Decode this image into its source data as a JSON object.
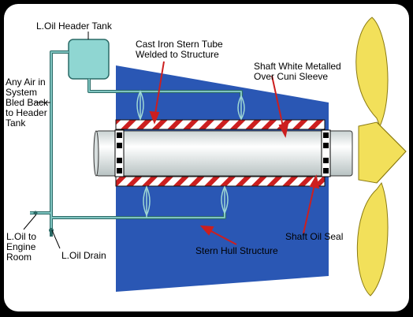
{
  "labels": {
    "header_tank": "L.Oil Header Tank",
    "stern_tube": "Cast Iron Stern Tube\nWelded to Structure",
    "shaft_metal": "Shaft White Metalled\nOver Cuni Sleeve",
    "air_bleed": "Any Air in\nSystem\nBled Back\nto Header\nTank",
    "oil_to_engine": "L.Oil to\nEngine\nRoom",
    "oil_drain": "L.Oil Drain",
    "hull_structure": "Stern Hull Structure",
    "oil_seal": "Shaft Oil Seal"
  },
  "colors": {
    "frame": "#000000",
    "panel": "#ffffff",
    "hull": "#2a57b4",
    "tank": "#8fd6d2",
    "pipe": "#7fc4c0",
    "shaft": "#e6ebeb",
    "tube_stripe": "#cc1f1f",
    "propeller": "#f2e05a",
    "red_arrow": "#cc1f1f",
    "lines": "#000000"
  }
}
